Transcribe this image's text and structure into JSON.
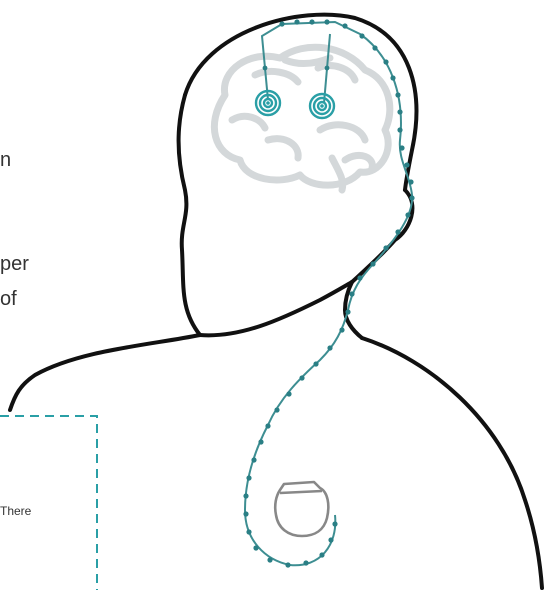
{
  "text_fragments": {
    "line1": "n",
    "line2": "per",
    "line3": "of",
    "box_text": "There"
  },
  "colors": {
    "outline": "#111111",
    "brain": "#d4d8da",
    "lead": "#3d8e92",
    "electrode": "#2a9fa6",
    "device": "#888888"
  }
}
